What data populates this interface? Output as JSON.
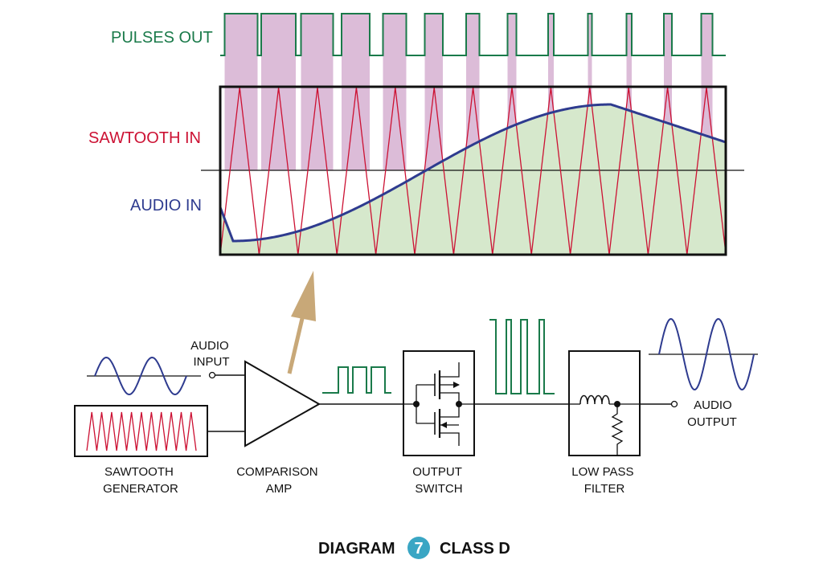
{
  "graph": {
    "pulses_label": "PULSES OUT",
    "sawtooth_label": "SAWTOOTH IN",
    "audio_label": "AUDIO IN"
  },
  "blocks": {
    "audio_input": [
      "AUDIO",
      "INPUT"
    ],
    "sawtooth_generator": [
      "SAWTOOTH",
      "GENERATOR"
    ],
    "comparison_amp": [
      "COMPARISON",
      "AMP"
    ],
    "output_switch": [
      "OUTPUT",
      "SWITCH"
    ],
    "low_pass_filter": [
      "LOW PASS",
      "FILTER"
    ],
    "audio_output": [
      "AUDIO",
      "OUTPUT"
    ]
  },
  "caption": {
    "prefix": "DIAGRAM",
    "number": "7",
    "suffix": "CLASS D"
  },
  "colors": {
    "pulses": "#1a7a4a",
    "sawtooth": "#cc1133",
    "audio": "#2e3b8f",
    "pulse_shade": "#dcbcd8",
    "audio_fill": "#d6e8cc",
    "arrow": "#c8a878",
    "badge": "#3aa6c4"
  }
}
